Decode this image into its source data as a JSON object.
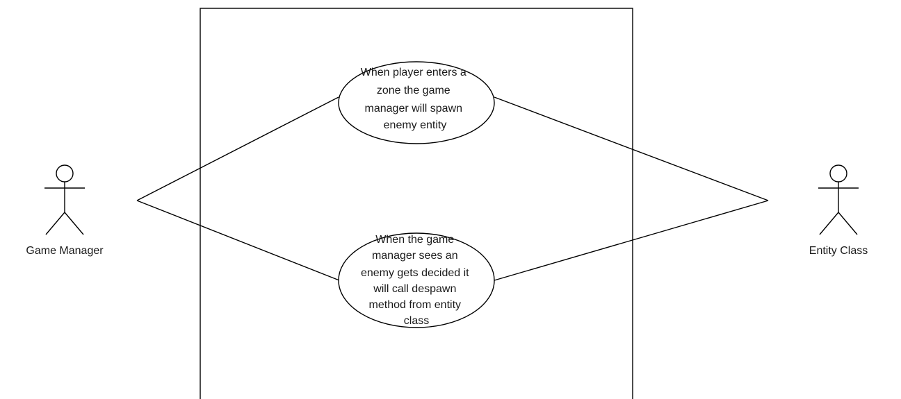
{
  "system_title": "",
  "actors": {
    "left": {
      "name": "Game Manager"
    },
    "right": {
      "name": "Entity Class"
    }
  },
  "use_cases": [
    {
      "text_lines": [
        "When player enters a",
        "zone the game",
        "manager will spawn",
        "enemy entity"
      ]
    },
    {
      "text_lines": [
        "When the game",
        "manager sees an",
        "enemy gets decided it",
        "will call despawn",
        "method from entity",
        "class"
      ]
    }
  ],
  "colors": {
    "stroke": "#000000",
    "background": "#ffffff",
    "text": "#1a1a1a"
  }
}
